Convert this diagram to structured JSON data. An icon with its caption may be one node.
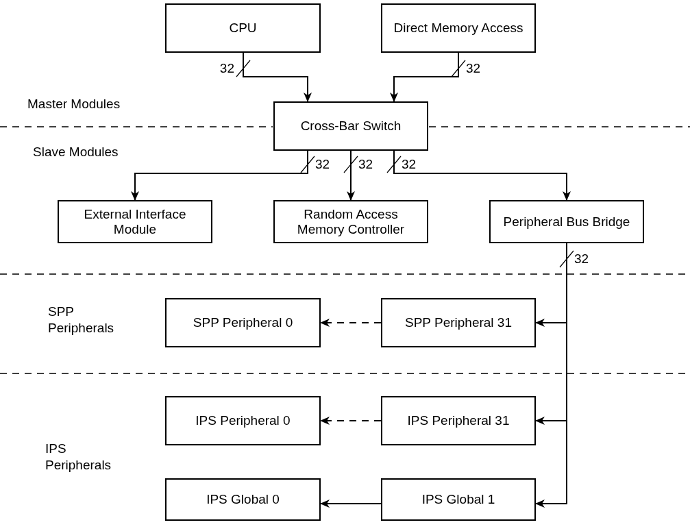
{
  "diagram": {
    "nodes": [
      {
        "text": [
          "CPU"
        ]
      },
      {
        "text": [
          "Direct Memory Access"
        ]
      },
      {
        "text": [
          "Cross-Bar Switch"
        ]
      },
      {
        "text": [
          "External Interface Module"
        ]
      },
      {
        "text": [
          "Random Access Memory Controller"
        ]
      },
      {
        "text": [
          "Peripheral Bus Bridge"
        ]
      },
      {
        "text": [
          "SPP Peripheral 0"
        ]
      },
      {
        "text": [
          "SPP Peripheral 31"
        ]
      },
      {
        "text": [
          "IPS Peripheral 0"
        ]
      },
      {
        "text": [
          "IPS Peripheral 31"
        ]
      },
      {
        "text": [
          "IPS Global 0"
        ]
      },
      {
        "text": [
          "IPS Global 1"
        ]
      }
    ],
    "edges": [
      {
        "from": 0,
        "to": 2,
        "arrow": "to",
        "label": "32"
      },
      {
        "from": 1,
        "to": 2,
        "arrow": "to",
        "label": "32"
      },
      {
        "from": 2,
        "to": 3,
        "arrow": "to",
        "label": "32"
      },
      {
        "from": 2,
        "to": 4,
        "arrow": "to",
        "label": "32"
      },
      {
        "from": 2,
        "to": 5,
        "arrow": "to",
        "label": "32"
      },
      {
        "from": 5,
        "to": 7,
        "arrow": "to",
        "label": "32"
      },
      {
        "from": 5,
        "to": 9,
        "arrow": "to"
      },
      {
        "from": 5,
        "to": 11,
        "arrow": "to"
      },
      {
        "from": 7,
        "to": 6,
        "arrow": "to",
        "style": "dashed"
      },
      {
        "from": 9,
        "to": 8,
        "arrow": "to",
        "style": "dashed"
      },
      {
        "from": 11,
        "to": 10,
        "arrow": "to"
      }
    ],
    "labels": [
      "Master Modules",
      "Slave Modules",
      "SPP Peripherals",
      "IPS Peripherals"
    ]
  }
}
